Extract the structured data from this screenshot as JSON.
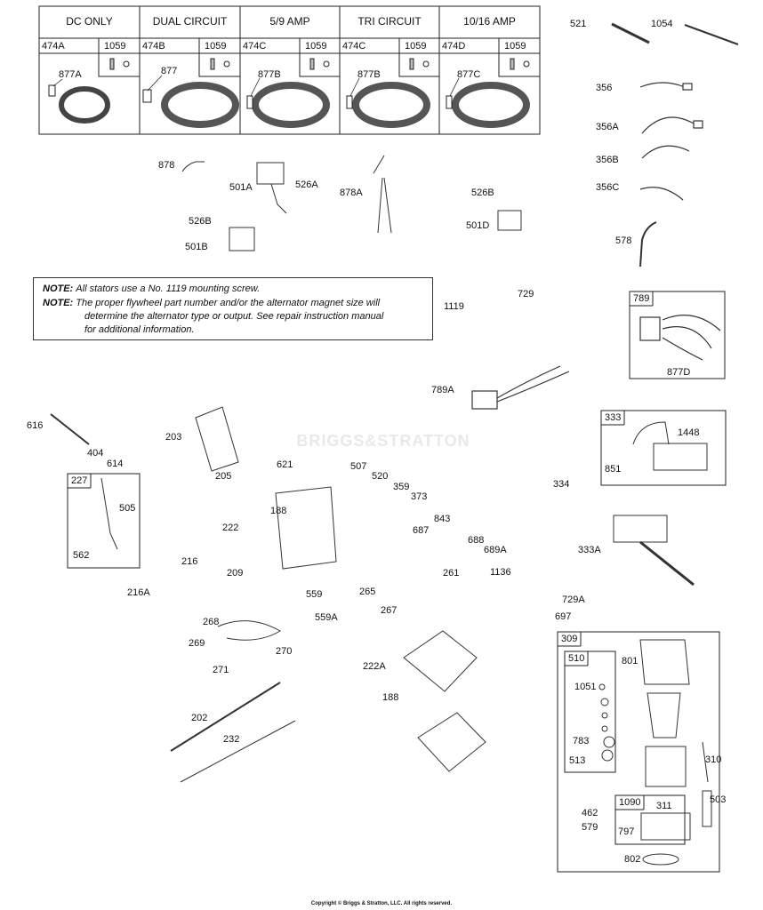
{
  "stator_table": {
    "headers": [
      "DC ONLY",
      "DUAL CIRCUIT",
      "5/9 AMP",
      "TRI CIRCUIT",
      "10/16 AMP"
    ],
    "cells": [
      {
        "stator": "474A",
        "screw": "1059",
        "lead": "877A"
      },
      {
        "stator": "474B",
        "screw": "1059",
        "lead": "877"
      },
      {
        "stator": "474C",
        "screw": "1059",
        "lead": "877B"
      },
      {
        "stator": "474C",
        "screw": "1059",
        "lead": "877B"
      },
      {
        "stator": "474D",
        "screw": "1059",
        "lead": "877C"
      }
    ]
  },
  "note": {
    "label1": "NOTE:",
    "text1": "All stators use a No. 1119 mounting screw.",
    "label2": "NOTE:",
    "text2a": "The proper flywheel part number and/or the alternator magnet size will",
    "text2b": "determine the alternator type or output. See repair instruction manual",
    "text2c": "for additional information."
  },
  "boxes": {
    "b789": "789",
    "b333": "333",
    "b227": "227",
    "b309": "309",
    "b510": "510",
    "b1090": "1090"
  },
  "parts": {
    "p521": "521",
    "p1054": "1054",
    "p356": "356",
    "p356A": "356A",
    "p356B": "356B",
    "p356C": "356C",
    "p578": "578",
    "p878": "878",
    "p501A": "501A",
    "p526A": "526A",
    "p878A": "878A",
    "p526B1": "526B",
    "p501B": "501B",
    "p526B2": "526B",
    "p501D": "501D",
    "p1119": "1119",
    "p729": "729",
    "p877D": "877D",
    "p789A": "789A",
    "p1448": "1448",
    "p851": "851",
    "p334": "334",
    "p333A": "333A",
    "p729A": "729A",
    "p697": "697",
    "p616": "616",
    "p404": "404",
    "p614": "614",
    "p505": "505",
    "p562": "562",
    "p203": "203",
    "p205": "205",
    "p621": "621",
    "p507": "507",
    "p520": "520",
    "p359": "359",
    "p373": "373",
    "p188a": "188",
    "p222": "222",
    "p843": "843",
    "p687": "687",
    "p688": "688",
    "p689A": "689A",
    "p261": "261",
    "p1136": "1136",
    "p216": "216",
    "p209": "209",
    "p216A": "216A",
    "p559": "559",
    "p265": "265",
    "p267": "267",
    "p559A": "559A",
    "p268": "268",
    "p269": "269",
    "p270": "270",
    "p271": "271",
    "p222A": "222A",
    "p188b": "188",
    "p202": "202",
    "p232": "232",
    "p801": "801",
    "p1051": "1051",
    "p783": "783",
    "p513": "513",
    "p310": "310",
    "p503": "503",
    "p462": "462",
    "p579": "579",
    "p311": "311",
    "p797": "797",
    "p802": "802"
  },
  "watermark": "BRIGGS&STRATTON",
  "footer": "Copyright © Briggs & Stratton, LLC. All rights reserved."
}
